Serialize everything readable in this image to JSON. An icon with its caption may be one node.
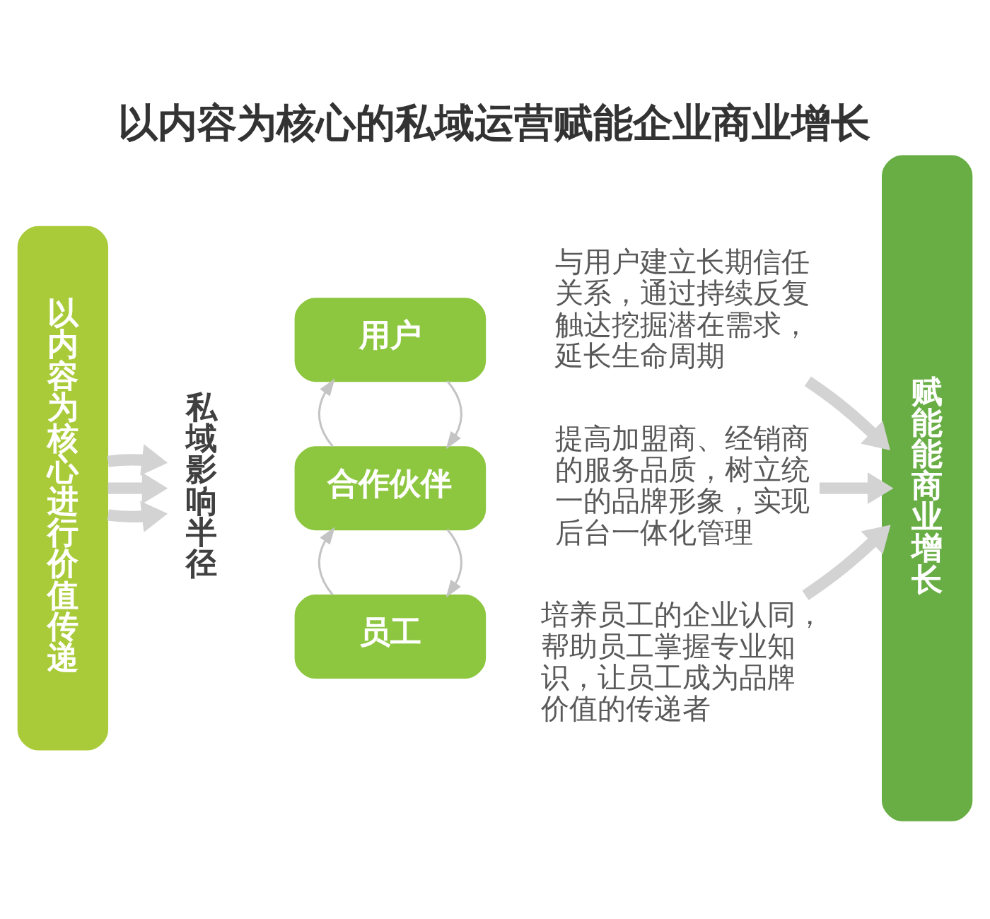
{
  "diagram": {
    "title": "以内容为核心的私域运营赋能企业商业增长",
    "nodes": [
      {
        "text": [
          "以内容为核心进行价值传递"
        ]
      },
      {
        "text": [
          "私域影响半径"
        ]
      },
      {
        "text": [
          "用户"
        ]
      },
      {
        "text": [
          "合作伙伴"
        ]
      },
      {
        "text": [
          "员工"
        ]
      },
      {
        "text": [
          "与用户建立长期信任关系，通过持续反复触达挖掘潜在需求，延长生命周期"
        ]
      },
      {
        "text": [
          "提高加盟商、经销商的服务品质，树立统一的品牌形象，实现后台一体化管理"
        ]
      },
      {
        "text": [
          "培养员工的企业认同，帮助员工掌握专业知识，让员工成为品牌价值的传递者"
        ]
      },
      {
        "text": [
          "赋能能商业增长"
        ]
      }
    ],
    "edges": [
      {
        "from": 0,
        "to": 1,
        "arrow": "to"
      },
      {
        "from": 0,
        "to": 1,
        "arrow": "to"
      },
      {
        "from": 0,
        "to": 1,
        "arrow": "to"
      },
      {
        "from": 2,
        "to": 3,
        "arrow": "to"
      },
      {
        "from": 3,
        "to": 2,
        "arrow": "to"
      },
      {
        "from": 3,
        "to": 4,
        "arrow": "to"
      },
      {
        "from": 4,
        "to": 3,
        "arrow": "to"
      },
      {
        "from": 5,
        "to": 8,
        "arrow": "to"
      },
      {
        "from": 6,
        "to": 8,
        "arrow": "to"
      },
      {
        "from": 7,
        "to": 8,
        "arrow": "to"
      }
    ]
  }
}
